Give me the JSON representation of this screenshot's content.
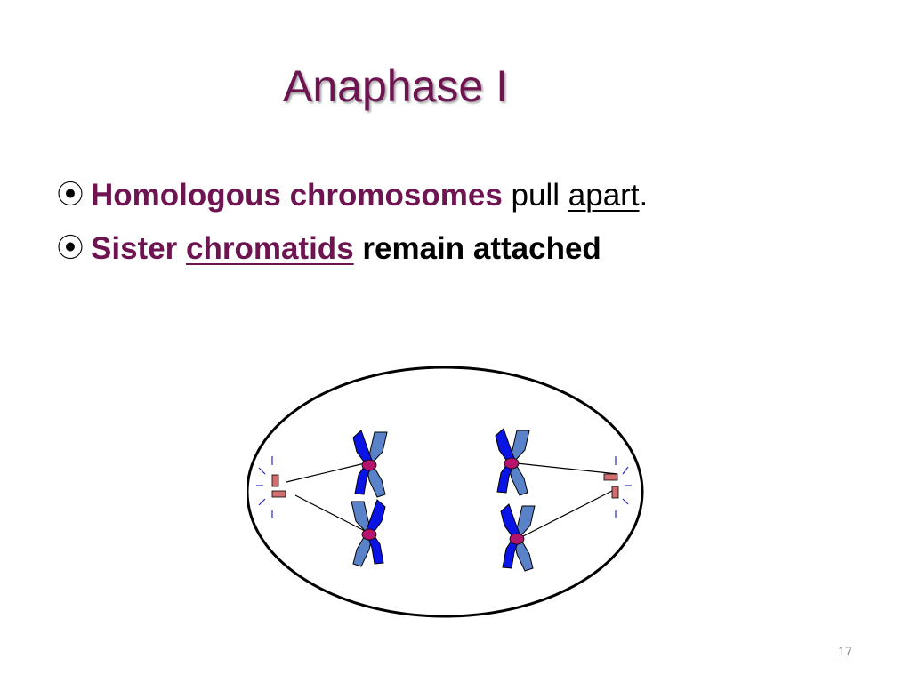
{
  "slide": {
    "title": "Anaphase I",
    "page_number": "17"
  },
  "bullets": [
    {
      "marker": "⦿",
      "segments": [
        {
          "text": "Homologous chromosomes",
          "style": "plum-bold"
        },
        {
          "text": " pull ",
          "style": "plain"
        },
        {
          "text": "apart",
          "style": "underline"
        },
        {
          "text": ".",
          "style": "plain"
        }
      ]
    },
    {
      "marker": "⦿",
      "segments": [
        {
          "text": "Sister ",
          "style": "plum-bold"
        },
        {
          "text": "chromatids",
          "style": "plum-bold-underline"
        },
        {
          "text": " remain attached",
          "style": "black-bold"
        }
      ]
    }
  ],
  "colors": {
    "title": "#6e1450",
    "chromatid_dark": "#0a14e6",
    "chromatid_light": "#5a82c8",
    "centromere": "#b4146e",
    "centriole": "#d26e6e",
    "aster": "#2828c8"
  }
}
